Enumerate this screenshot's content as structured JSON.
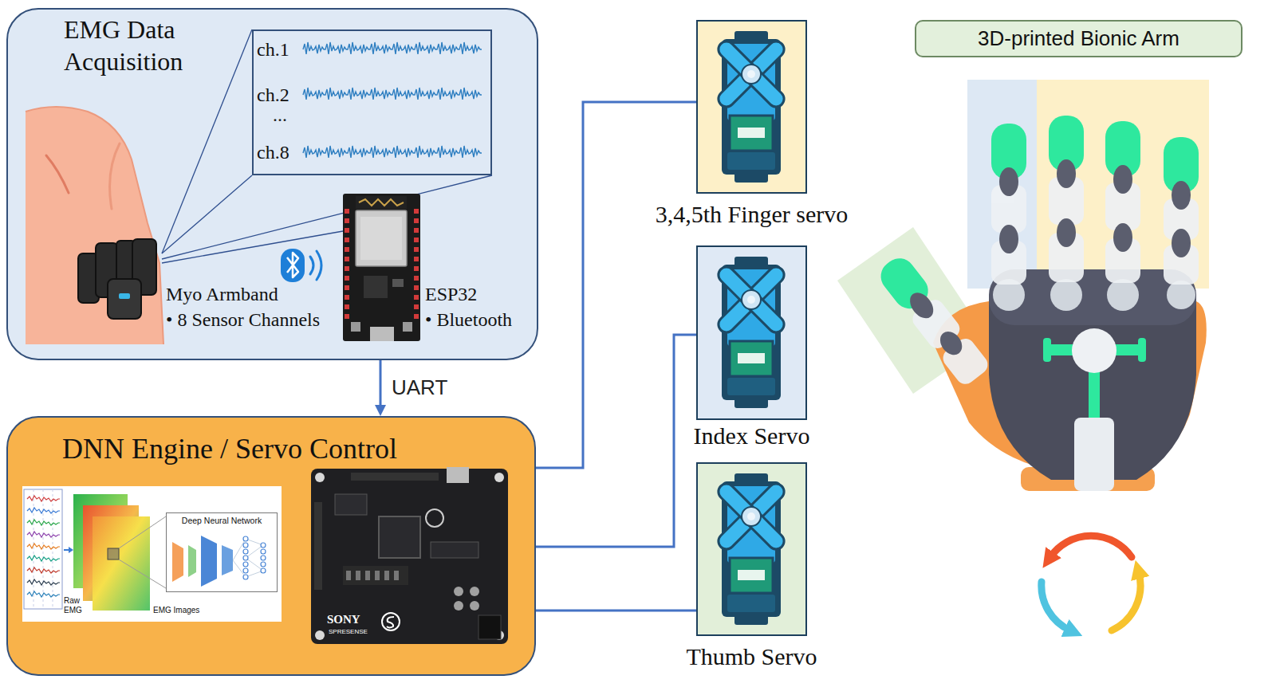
{
  "diagram": {
    "nodes": [
      {
        "text": [
          "EMG Data Acquisition"
        ]
      },
      {
        "text": [
          "ch.1",
          "ch.2",
          "...",
          "ch.8"
        ],
        "in": 0
      },
      {
        "text": [
          "DNN Engine / Servo Control"
        ]
      },
      {
        "text": [
          "Raw EMG",
          "EMG Images"
        ],
        "in": 2
      },
      {
        "text": [
          "Deep Neural Network"
        ],
        "in": 3
      },
      {
        "text": [
          "3,4,5th Finger servo"
        ]
      },
      {
        "text": [
          "Index Servo"
        ]
      },
      {
        "text": [
          "Thumb Servo"
        ]
      },
      {
        "text": [
          "3D-printed Bionic Arm"
        ]
      }
    ],
    "edges": [
      {
        "from": 0,
        "to": 2,
        "arrow": "to",
        "label": "UART"
      },
      {
        "from": 2,
        "to": 5,
        "arrow": "none"
      },
      {
        "from": 2,
        "to": 6,
        "arrow": "none"
      },
      {
        "from": 2,
        "to": 7,
        "arrow": "none"
      }
    ],
    "labels": [
      "Myo Armband",
      "• 8 Sensor Channels",
      "ESP32",
      "• Bluetooth",
      "SONY",
      "SPRESENSE"
    ]
  }
}
